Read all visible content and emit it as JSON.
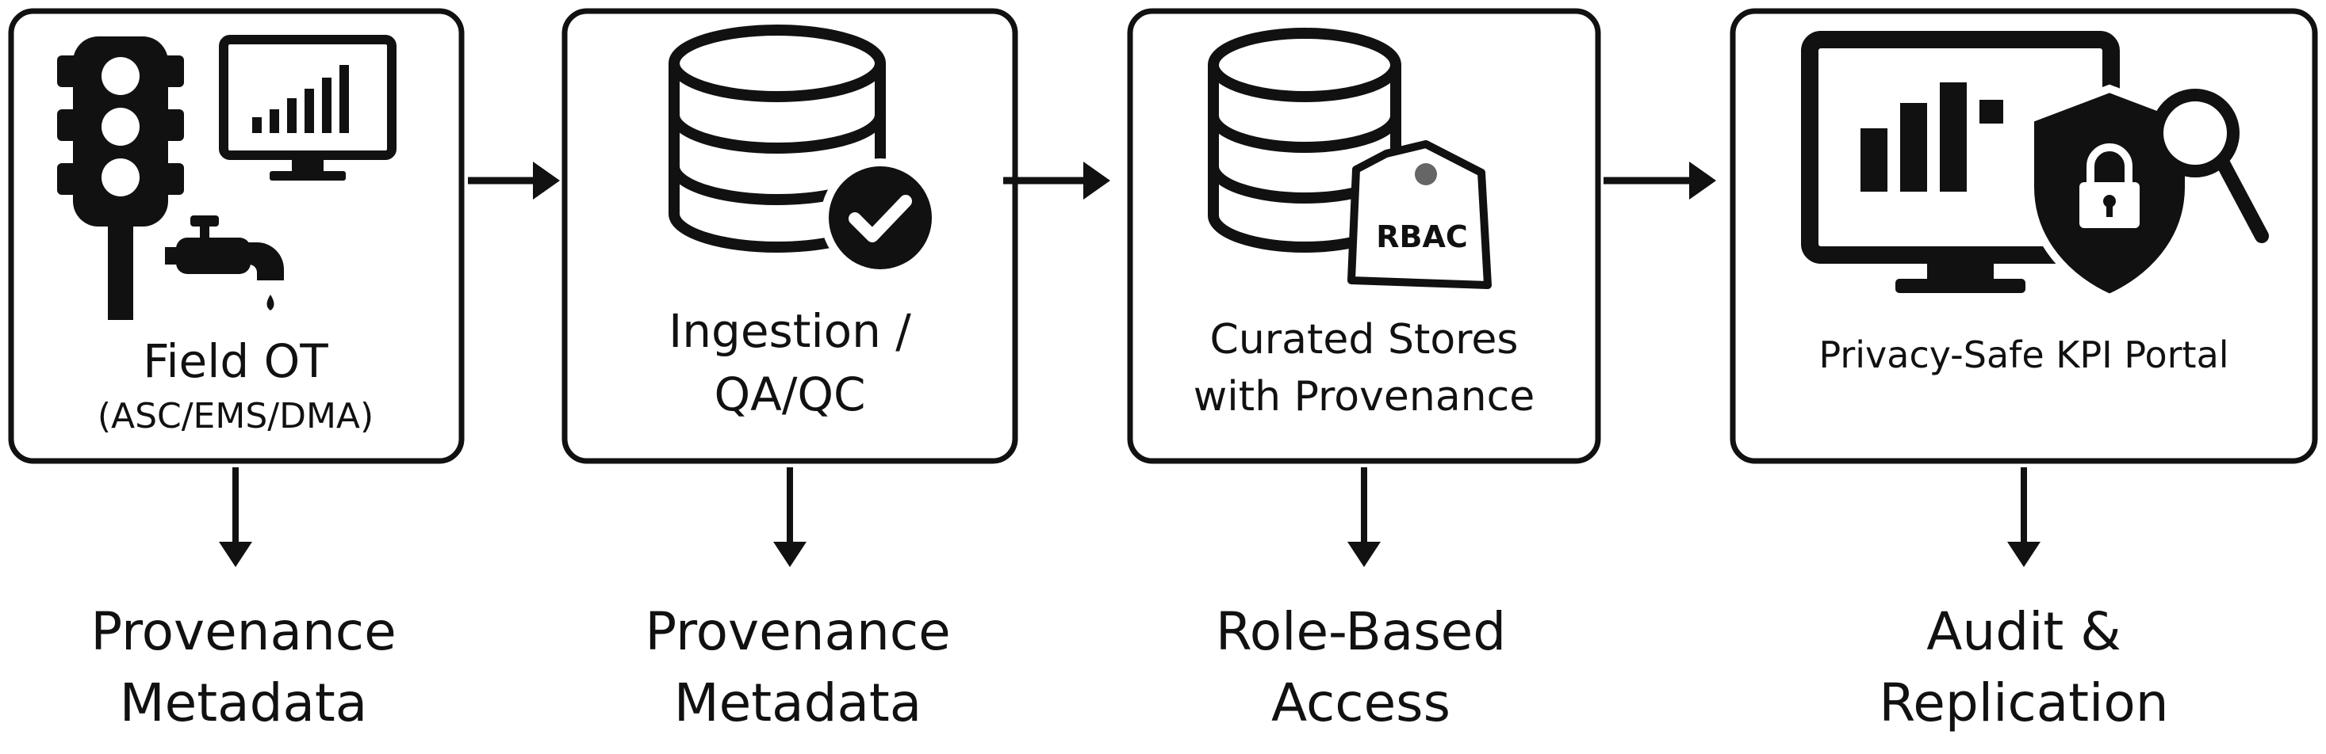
{
  "stages": [
    {
      "id": "field-ot",
      "title": "Field OT",
      "subtitle": "(ASC/EMS/DMA)",
      "output": [
        "Provenance",
        "Metadata"
      ]
    },
    {
      "id": "ingestion",
      "title": "Ingestion /",
      "title2": "QA/QC",
      "output": [
        "Provenance",
        "Metadata"
      ]
    },
    {
      "id": "curated-stores",
      "title": "Curated Stores",
      "title2": "with Provenance",
      "tag": "RBAC",
      "output": [
        "Role-Based",
        "Access"
      ]
    },
    {
      "id": "kpi-portal",
      "title": "Privacy-Safe KPI Portal",
      "output": [
        "Audit &",
        "Replication"
      ]
    }
  ],
  "colors": {
    "stroke": "#111111",
    "fill": "#111111",
    "background": "#ffffff"
  }
}
